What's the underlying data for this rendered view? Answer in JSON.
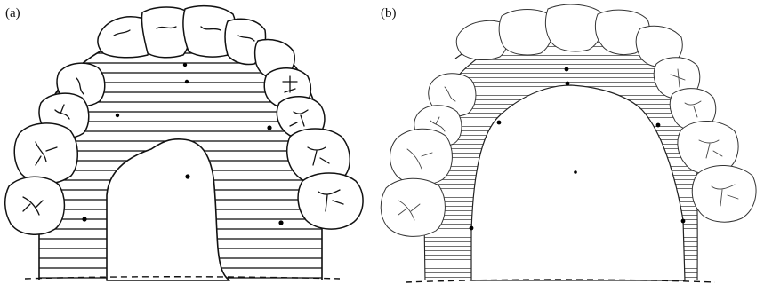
{
  "figure": {
    "panels": [
      {
        "id": "a",
        "label": "(a)"
      },
      {
        "id": "b",
        "label": "(b)"
      }
    ]
  }
}
